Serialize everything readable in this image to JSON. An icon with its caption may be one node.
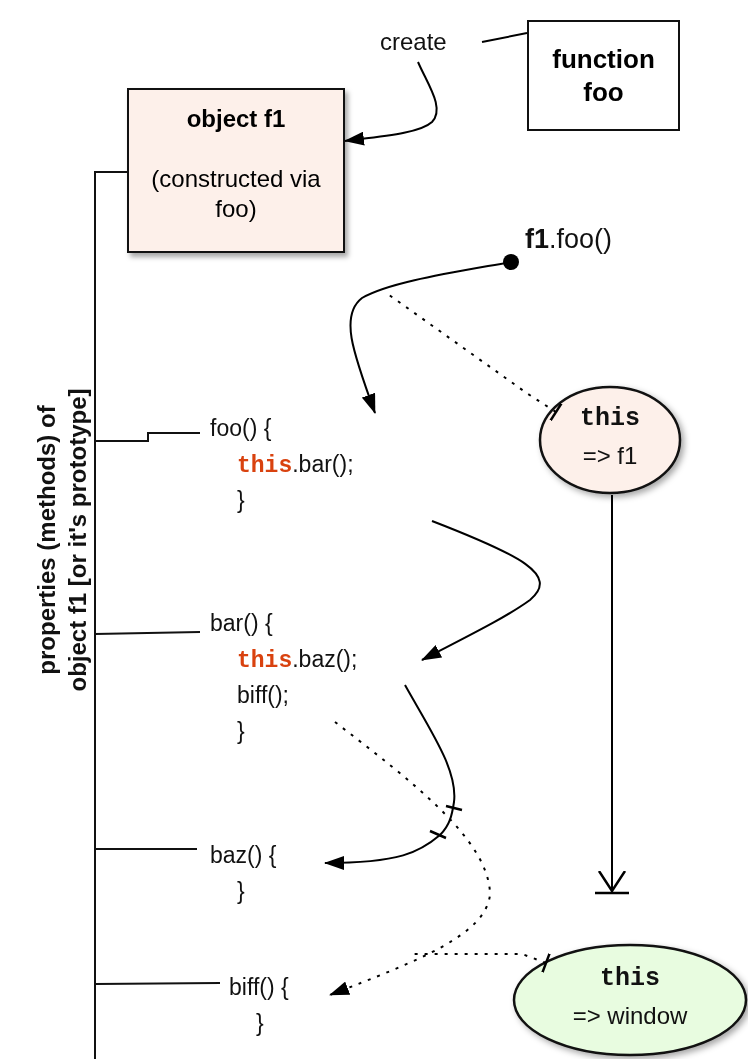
{
  "diagram": {
    "nodes": [
      {
        "text": [
          "function foo"
        ]
      },
      {
        "text": [
          "create"
        ]
      },
      {
        "text": [
          "object f1",
          "(constructed via foo)"
        ]
      },
      {
        "text": [
          "**f1**.foo()"
        ]
      },
      {
        "text": [
          "foo() {",
          "**this**.bar();",
          "}"
        ]
      },
      {
        "text": [
          "bar() {",
          "**this**.baz();",
          "biff();",
          "}"
        ]
      },
      {
        "text": [
          "baz() {",
          "}"
        ]
      },
      {
        "text": [
          "biff() {",
          "}"
        ]
      },
      {
        "text": [
          "this",
          "=> f1"
        ]
      },
      {
        "text": [
          "this",
          "=> window"
        ]
      }
    ],
    "edges": [
      {
        "from": 0,
        "to": 1,
        "arrow": "none"
      },
      {
        "from": 1,
        "to": 2,
        "arrow": "to"
      },
      {
        "from": 3,
        "to": 4,
        "arrow": "to"
      },
      {
        "from": 8,
        "to": null,
        "arrow": "other",
        "style": "dashed"
      },
      {
        "from": 4,
        "to": 5,
        "arrow": "to"
      },
      {
        "from": 5,
        "to": 6,
        "arrow": "to"
      },
      {
        "from": 5,
        "to": 7,
        "arrow": "to",
        "style": "dashed"
      },
      {
        "from": 9,
        "to": null,
        "arrow": "other",
        "style": "dashed"
      },
      {
        "from": 8,
        "to": null,
        "arrow": "to"
      }
    ],
    "labels": [
      "properties (methods) of object f1 [or it's prototype]"
    ]
  }
}
